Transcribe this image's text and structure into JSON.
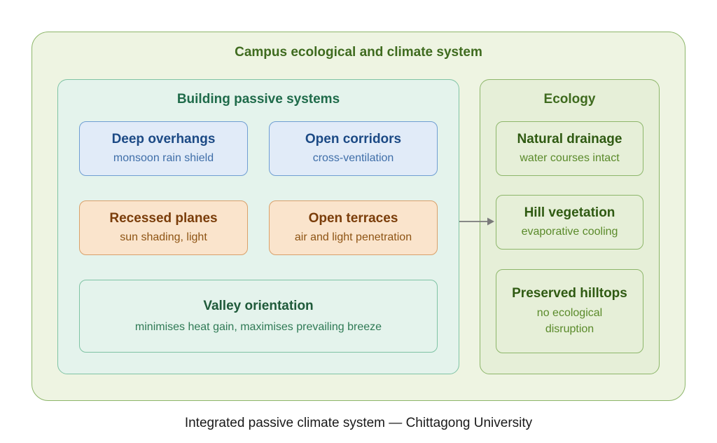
{
  "outer_title": "Campus ecological and climate system",
  "building": {
    "heading": "Building passive systems",
    "deep_overhangs": {
      "title": "Deep overhangs",
      "sub": "monsoon rain shield"
    },
    "open_corridors": {
      "title": "Open corridors",
      "sub": "cross-ventilation"
    },
    "recessed_planes": {
      "title": "Recessed planes",
      "sub": "sun shading, light"
    },
    "open_terraces": {
      "title": "Open terraces",
      "sub": "air and light penetration"
    },
    "valley_orientation": {
      "title": "Valley orientation",
      "sub": "minimises heat gain, maximises prevailing breeze"
    }
  },
  "ecology": {
    "heading": "Ecology",
    "natural_drainage": {
      "title": "Natural drainage",
      "sub": "water courses intact"
    },
    "hill_vegetation": {
      "title": "Hill vegetation",
      "sub": "evaporative cooling"
    },
    "preserved_hilltops": {
      "title": "Preserved hilltops",
      "sub_line1": "no ecological",
      "sub_line2": "disruption"
    }
  },
  "caption": "Integrated passive climate system — Chittagong University",
  "colors": {
    "outer_fill": "#eef4e2",
    "building_fill": "#e4f3ec",
    "blue_card": "#e1ebf8",
    "orange_card": "#fae4cc",
    "green_border": "#8db66a",
    "arrow": "#7a7a7a"
  }
}
